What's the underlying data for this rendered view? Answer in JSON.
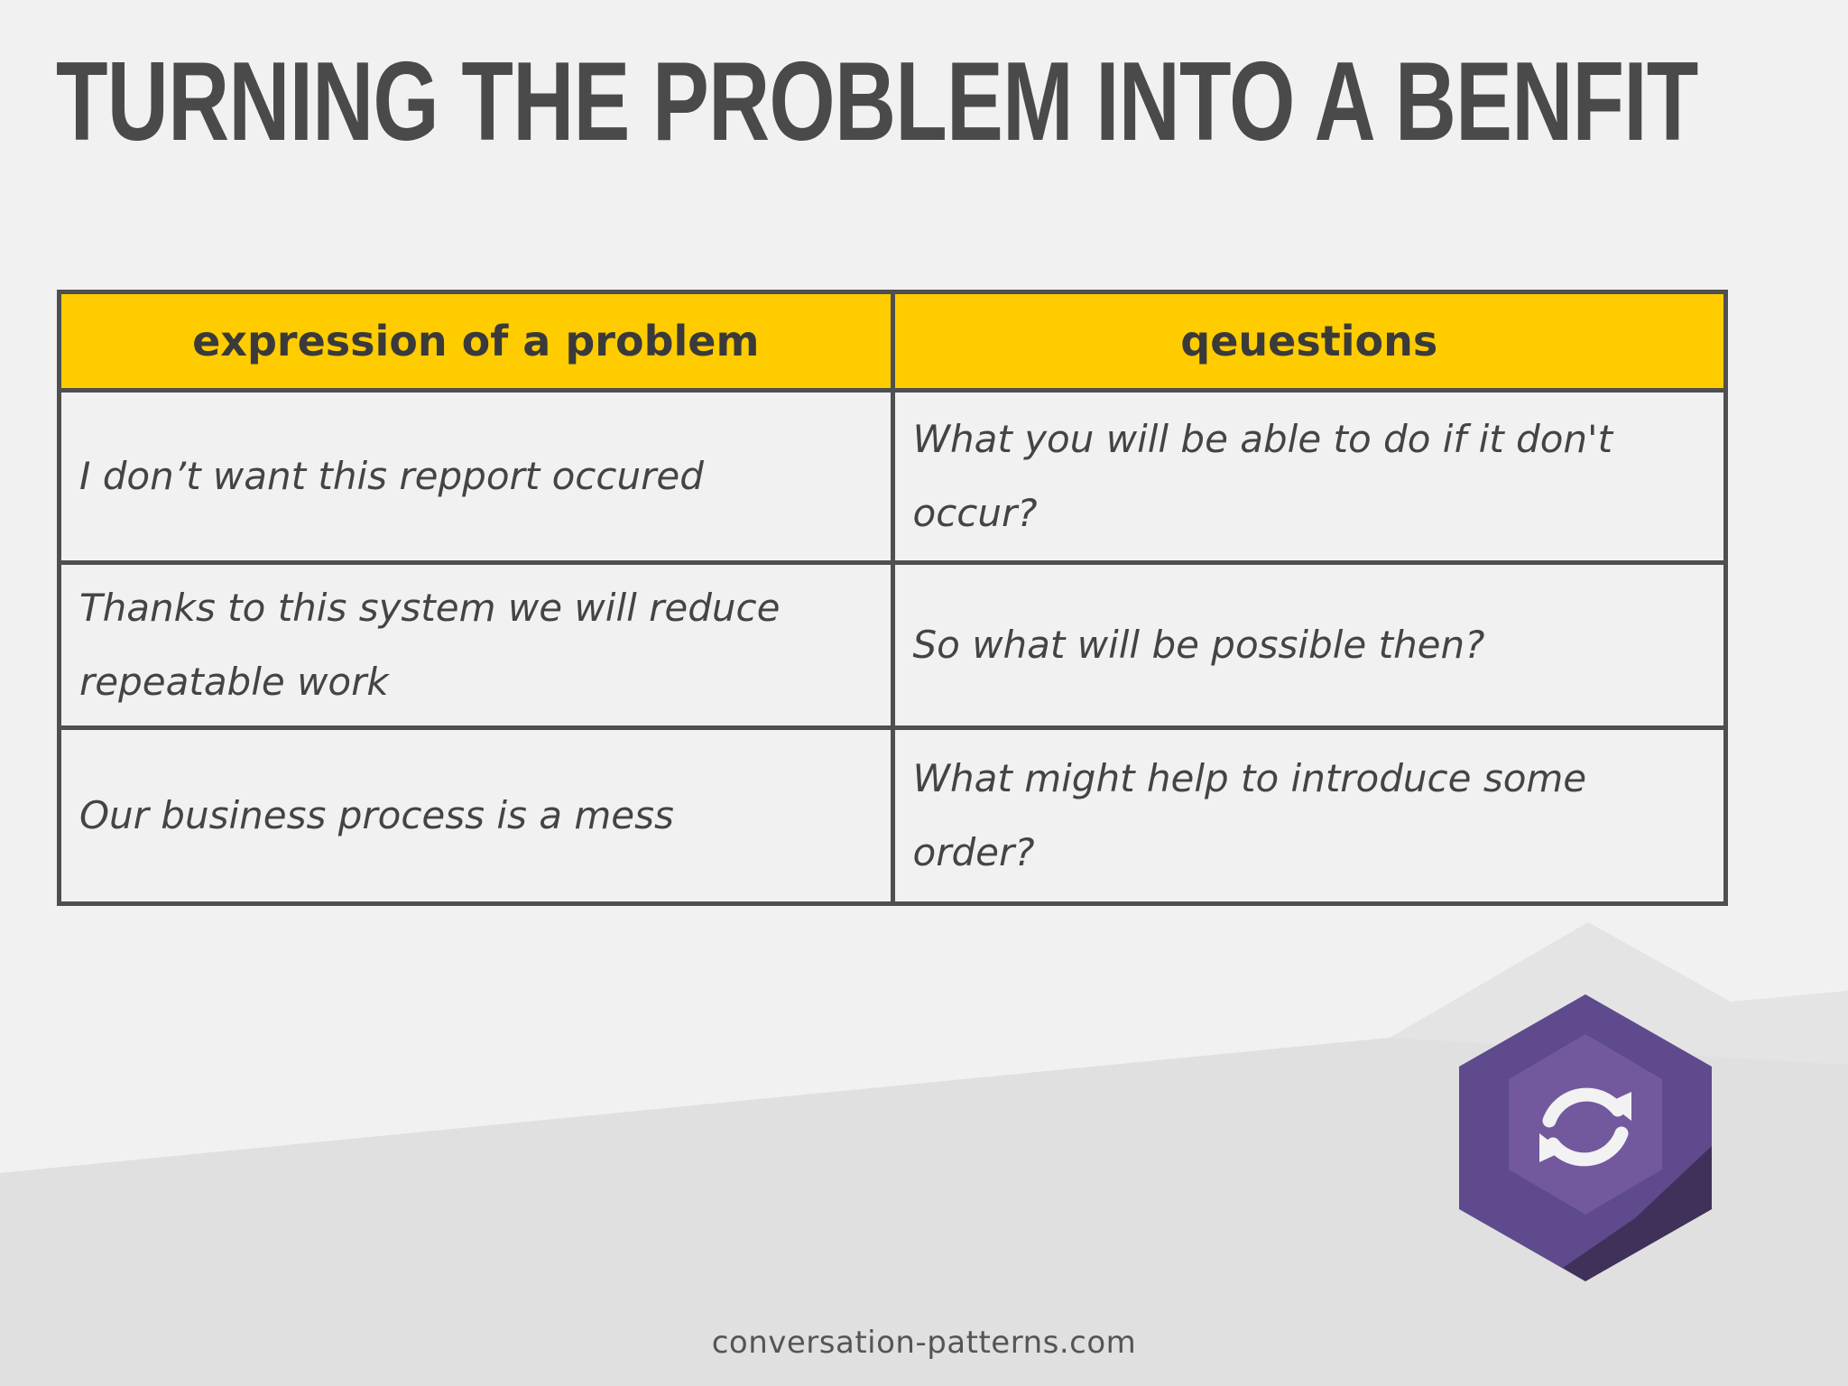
{
  "slide": {
    "title": "TURNING THE PROBLEM INTO A BENFIT",
    "footer": "conversation-patterns.com"
  },
  "table": {
    "headers": [
      "expression of a problem",
      "qeuestions"
    ],
    "rows": [
      [
        "I don’t want this repport occured",
        "What you will be able to do if it don't occur?"
      ],
      [
        "Thanks to this system we will reduce repeatable work",
        "So what will be possible then?"
      ],
      [
        "Our business process is a mess",
        "What might help to introduce some order?"
      ]
    ]
  },
  "icon": {
    "name": "refresh-icon",
    "hex_color": "#5e4a8c",
    "inner_color": "#72599e",
    "shadow_color": "#3f3159"
  },
  "colors": {
    "header_fill": "#ffcc00",
    "border": "#4f4f4f",
    "title": "#4a4a4a",
    "background": "#f1f1f1"
  }
}
